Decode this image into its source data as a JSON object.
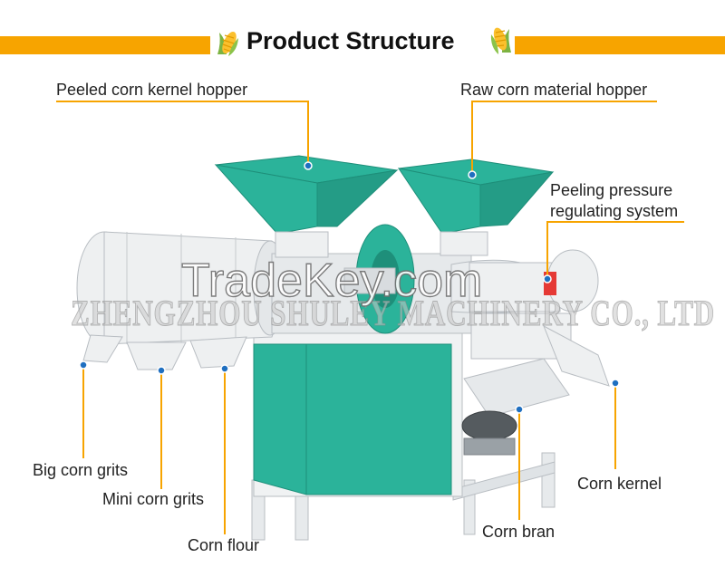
{
  "header": {
    "title": "Product Structure",
    "banner_color": "#f7a400",
    "icon": "corn-icon"
  },
  "callouts": {
    "peeled_hopper": "Peeled corn kernel hopper",
    "raw_hopper": "Raw corn material hopper",
    "pressure_line1": "Peeling pressure",
    "pressure_line2": "regulating system",
    "big_grits": "Big corn grits",
    "mini_grits": "Mini corn grits",
    "corn_flour": "Corn flour",
    "corn_kernel": "Corn kernel",
    "corn_bran": "Corn bran"
  },
  "watermark": {
    "brand": "TradeKey.com",
    "company": "ZHENGZHOU SHULEY MACHINERY CO., LTD"
  },
  "colors": {
    "machine_green": "#2bb39a",
    "machine_white": "#eef0f1",
    "leader_line": "#f7a400",
    "marker": "#1f6fc0"
  }
}
